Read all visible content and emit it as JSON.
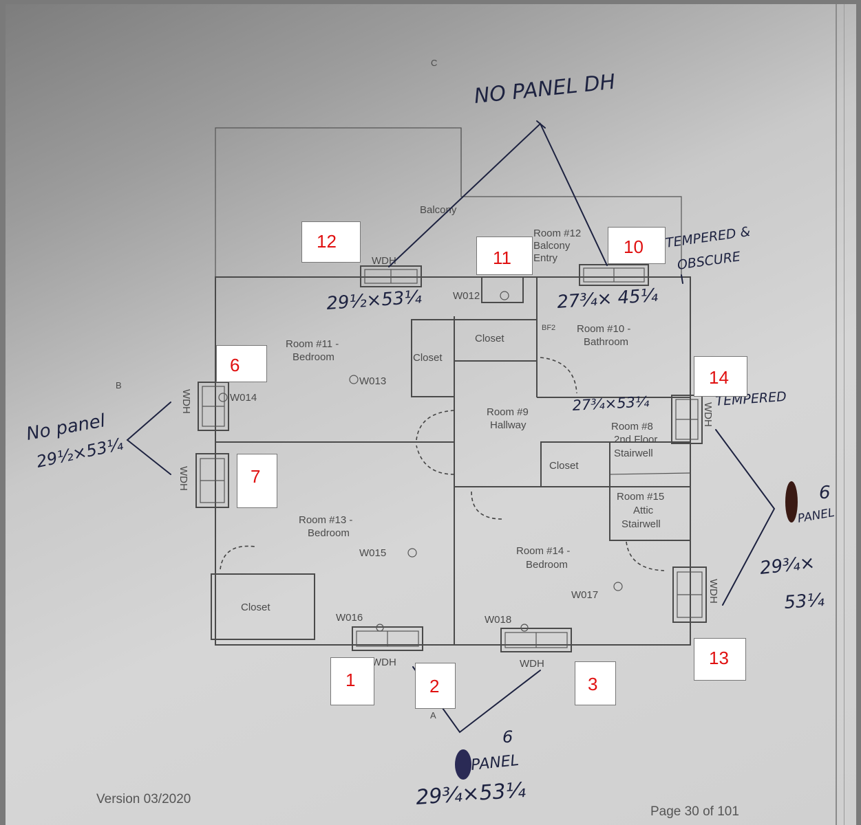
{
  "rooms": {
    "r11": [
      "Room #11 -",
      "Bedroom"
    ],
    "r12": [
      "Room #12",
      "Balcony",
      "Entry"
    ],
    "r10": [
      "Room #10 -",
      "Bathroom"
    ],
    "r9": [
      "Room #9",
      "Hallway"
    ],
    "r8": [
      "Room #8",
      "2nd Floor",
      "Stairwell"
    ],
    "r13": [
      "Room #13 -",
      "Bedroom"
    ],
    "r14": [
      "Room #14 -",
      "Bedroom"
    ],
    "r15": [
      "Room #15",
      "Attic",
      "Stairwell"
    ]
  },
  "labels": {
    "balcony": "Balcony",
    "closet": "Closet",
    "bf2": "BF2",
    "side_a": "A",
    "side_b": "B",
    "side_c": "C",
    "wdh": "WDH"
  },
  "windows": {
    "w012": "W012",
    "w013": "W013",
    "w014": "W014",
    "w015": "W015",
    "w016": "W016",
    "w017": "W017",
    "w018": "W018"
  },
  "handwritten": {
    "no_panel_dh": "NO PANEL DH",
    "top_left_size": "29½×53¼",
    "top_right_size": "27¾× 45¼",
    "tempered_obscure_1": "TEMPERED &",
    "tempered_obscure_2": "OBSCURE",
    "right_size": "27¾×53¼",
    "tempered": "TEMPERED",
    "left_note": "No panel",
    "left_size": "29½×53¼",
    "right_six": "6",
    "right_panel": "PANEL",
    "right_size_2a": "29¾×",
    "right_size_2b": "53¼",
    "bottom_six": "6",
    "bottom_panel": "PANEL",
    "bottom_size": "29¾×53¼"
  },
  "markers": [
    {
      "num": "12"
    },
    {
      "num": "11"
    },
    {
      "num": "10"
    },
    {
      "num": "6"
    },
    {
      "num": "14"
    },
    {
      "num": "7"
    },
    {
      "num": "1"
    },
    {
      "num": "2"
    },
    {
      "num": "3"
    },
    {
      "num": "13"
    }
  ],
  "footer": {
    "version": "Version 03/2020",
    "page": "Page 30 of 101"
  }
}
